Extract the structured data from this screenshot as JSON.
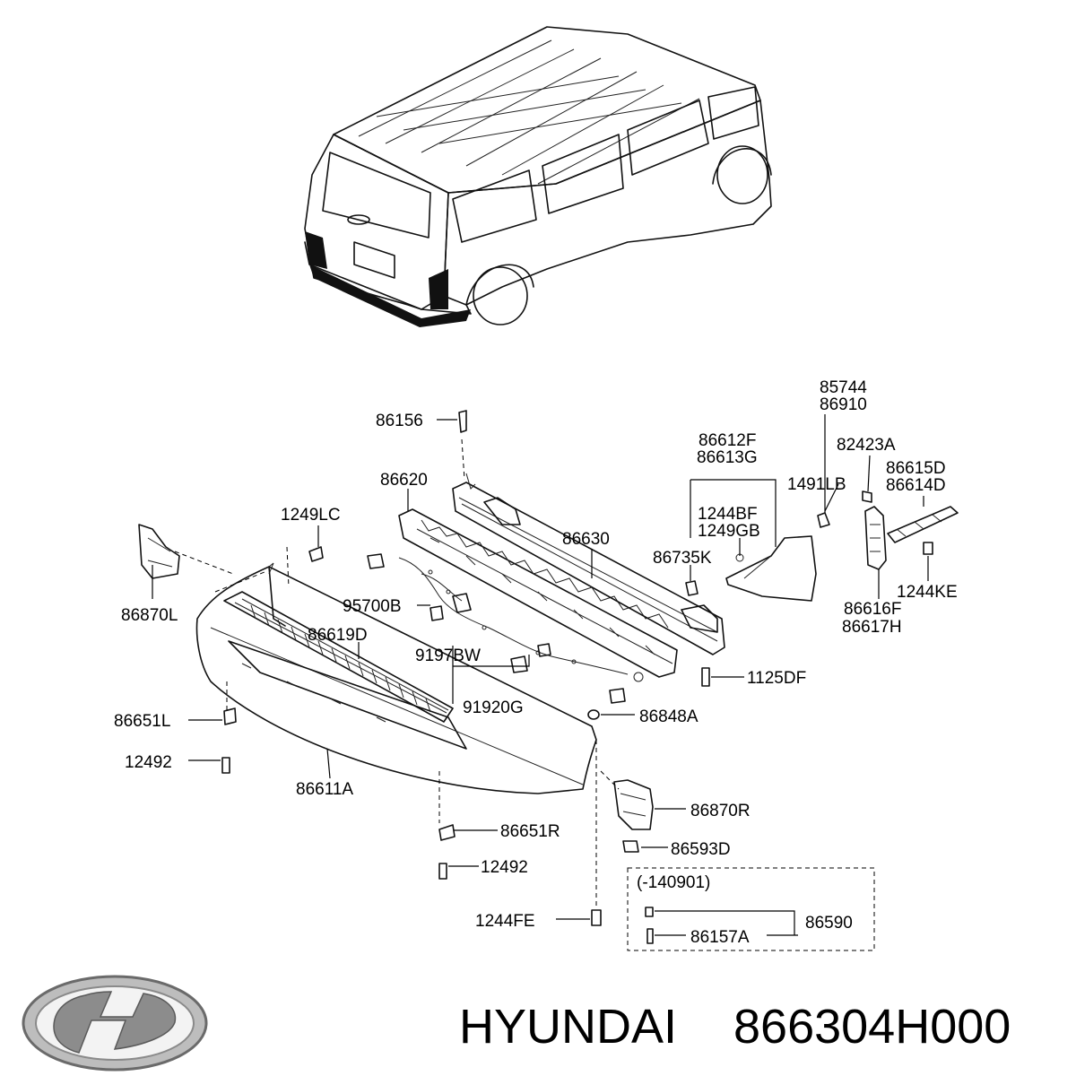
{
  "parts": [
    {
      "id": "p86156",
      "code": "86156"
    },
    {
      "id": "p86620",
      "code": "86620"
    },
    {
      "id": "p1249LC",
      "code": "1249LC"
    },
    {
      "id": "p86630",
      "code": "86630"
    },
    {
      "id": "p86870L",
      "code": "86870L"
    },
    {
      "id": "p95700B",
      "code": "95700B"
    },
    {
      "id": "p86619D",
      "code": "86619D"
    },
    {
      "id": "p9197BW",
      "code": "9197BW"
    },
    {
      "id": "p91920G",
      "code": "91920G"
    },
    {
      "id": "p86651L",
      "code": "86651L"
    },
    {
      "id": "p12492a",
      "code": "12492"
    },
    {
      "id": "p86611A",
      "code": "86611A"
    },
    {
      "id": "p86651R",
      "code": "86651R"
    },
    {
      "id": "p12492b",
      "code": "12492"
    },
    {
      "id": "p1244FE",
      "code": "1244FE"
    },
    {
      "id": "p86848A",
      "code": "86848A"
    },
    {
      "id": "p86870R",
      "code": "86870R"
    },
    {
      "id": "p86593D",
      "code": "86593D"
    },
    {
      "id": "p140901",
      "code": "(-140901)"
    },
    {
      "id": "p86590",
      "code": "86590"
    },
    {
      "id": "p86157A",
      "code": "86157A"
    },
    {
      "id": "p1125DF",
      "code": "1125DF"
    },
    {
      "id": "p86735K",
      "code": "86735K"
    },
    {
      "id": "p86612F",
      "code": "86612F"
    },
    {
      "id": "p86613G",
      "code": "86613G"
    },
    {
      "id": "p1244BF",
      "code": "1244BF"
    },
    {
      "id": "p1249GB",
      "code": "1249GB"
    },
    {
      "id": "p85744",
      "code": "85744"
    },
    {
      "id": "p86910",
      "code": "86910"
    },
    {
      "id": "p82423A",
      "code": "82423A"
    },
    {
      "id": "p1491LB",
      "code": "1491LB"
    },
    {
      "id": "p86615D",
      "code": "86615D"
    },
    {
      "id": "p86614D",
      "code": "86614D"
    },
    {
      "id": "p1244KE",
      "code": "1244KE"
    },
    {
      "id": "p86616F",
      "code": "86616F"
    },
    {
      "id": "p86617H",
      "code": "86617H"
    }
  ],
  "footer": {
    "brand": "HYUNDAI",
    "part_number": "866304H000",
    "logo": "hyundai-logo"
  }
}
